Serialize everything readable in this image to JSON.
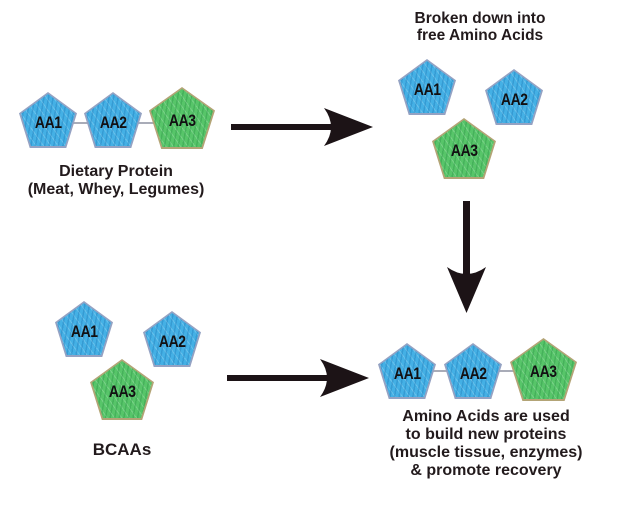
{
  "diagram_type": "protein-breakdown-flow",
  "colors": {
    "background": "#ffffff",
    "blue_fill": "#44b0e5",
    "blue_edge": "#94a2c3",
    "green_fill": "#57c569",
    "green_edge": "#b3a476",
    "arrow": "#1c1316",
    "text": "#221a1c",
    "chain_link_line": "#a9acb8"
  },
  "groups": {
    "dietary_protein": {
      "label_line1": "Dietary Protein",
      "label_line2": "(Meat, Whey, Legumes)",
      "units": [
        "AA1",
        "AA2",
        "AA3"
      ]
    },
    "free_amino_acids": {
      "title_line1": "Broken down into",
      "title_line2": "free Amino Acids",
      "units": [
        "AA1",
        "AA2",
        "AA3"
      ]
    },
    "bcaas": {
      "label": "BCAAs",
      "units": [
        "AA1",
        "AA2",
        "AA3"
      ]
    },
    "new_proteins": {
      "caption_lines": [
        "Amino Acids are used",
        "to build new proteins",
        "(muscle tissue, enzymes)",
        "& promote recovery"
      ],
      "units": [
        "AA1",
        "AA2",
        "AA3"
      ]
    }
  }
}
